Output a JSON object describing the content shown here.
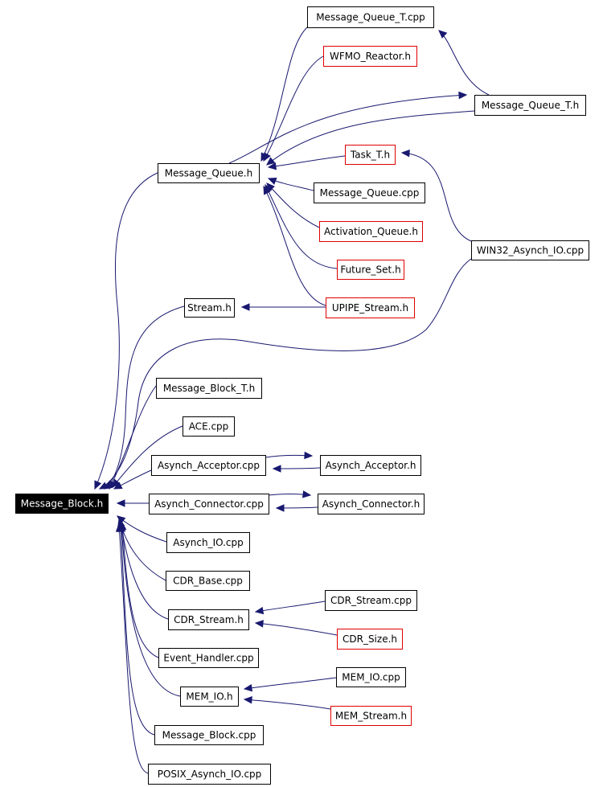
{
  "graph": {
    "colors": {
      "edge": "#191970",
      "box_border": "#000000",
      "external_border": "#e00000",
      "root_fill": "#000000"
    },
    "nodes": [
      {
        "id": "message_block_h",
        "label": "Message_Block.h",
        "style": "root"
      },
      {
        "id": "message_queue_t_cpp",
        "label": "Message_Queue_T.cpp",
        "style": "normal"
      },
      {
        "id": "wfmo_reactor_h",
        "label": "WFMO_Reactor.h",
        "style": "external"
      },
      {
        "id": "message_queue_t_h",
        "label": "Message_Queue_T.h",
        "style": "normal"
      },
      {
        "id": "task_t_h",
        "label": "Task_T.h",
        "style": "external"
      },
      {
        "id": "message_queue_h",
        "label": "Message_Queue.h",
        "style": "normal"
      },
      {
        "id": "message_queue_cpp",
        "label": "Message_Queue.cpp",
        "style": "normal"
      },
      {
        "id": "activation_queue_h",
        "label": "Activation_Queue.h",
        "style": "external"
      },
      {
        "id": "win32_asynch_io_cpp",
        "label": "WIN32_Asynch_IO.cpp",
        "style": "normal"
      },
      {
        "id": "future_set_h",
        "label": "Future_Set.h",
        "style": "external"
      },
      {
        "id": "stream_h",
        "label": "Stream.h",
        "style": "normal"
      },
      {
        "id": "upipe_stream_h",
        "label": "UPIPE_Stream.h",
        "style": "external"
      },
      {
        "id": "message_block_t_h",
        "label": "Message_Block_T.h",
        "style": "normal"
      },
      {
        "id": "ace_cpp",
        "label": "ACE.cpp",
        "style": "normal"
      },
      {
        "id": "asynch_acceptor_cpp",
        "label": "Asynch_Acceptor.cpp",
        "style": "normal"
      },
      {
        "id": "asynch_acceptor_h",
        "label": "Asynch_Acceptor.h",
        "style": "normal"
      },
      {
        "id": "asynch_connector_cpp",
        "label": "Asynch_Connector.cpp",
        "style": "normal"
      },
      {
        "id": "asynch_connector_h",
        "label": "Asynch_Connector.h",
        "style": "normal"
      },
      {
        "id": "asynch_io_cpp",
        "label": "Asynch_IO.cpp",
        "style": "normal"
      },
      {
        "id": "cdr_base_cpp",
        "label": "CDR_Base.cpp",
        "style": "normal"
      },
      {
        "id": "cdr_stream_cpp",
        "label": "CDR_Stream.cpp",
        "style": "normal"
      },
      {
        "id": "cdr_stream_h",
        "label": "CDR_Stream.h",
        "style": "normal"
      },
      {
        "id": "cdr_size_h",
        "label": "CDR_Size.h",
        "style": "external"
      },
      {
        "id": "event_handler_cpp",
        "label": "Event_Handler.cpp",
        "style": "normal"
      },
      {
        "id": "mem_io_cpp",
        "label": "MEM_IO.cpp",
        "style": "normal"
      },
      {
        "id": "mem_io_h",
        "label": "MEM_IO.h",
        "style": "normal"
      },
      {
        "id": "mem_stream_h",
        "label": "MEM_Stream.h",
        "style": "external"
      },
      {
        "id": "message_block_cpp",
        "label": "Message_Block.cpp",
        "style": "normal"
      },
      {
        "id": "posix_asynch_io_cpp",
        "label": "POSIX_Asynch_IO.cpp",
        "style": "normal"
      }
    ],
    "edges": [
      {
        "from": "message_queue_h",
        "to": "message_block_h"
      },
      {
        "from": "stream_h",
        "to": "message_block_h"
      },
      {
        "from": "win32_asynch_io_cpp",
        "to": "message_block_h"
      },
      {
        "from": "message_block_t_h",
        "to": "message_block_h"
      },
      {
        "from": "ace_cpp",
        "to": "message_block_h"
      },
      {
        "from": "asynch_acceptor_cpp",
        "to": "message_block_h"
      },
      {
        "from": "asynch_connector_cpp",
        "to": "message_block_h"
      },
      {
        "from": "asynch_io_cpp",
        "to": "message_block_h"
      },
      {
        "from": "cdr_base_cpp",
        "to": "message_block_h"
      },
      {
        "from": "cdr_stream_h",
        "to": "message_block_h"
      },
      {
        "from": "event_handler_cpp",
        "to": "message_block_h"
      },
      {
        "from": "mem_io_h",
        "to": "message_block_h"
      },
      {
        "from": "message_block_cpp",
        "to": "message_block_h"
      },
      {
        "from": "posix_asynch_io_cpp",
        "to": "message_block_h"
      },
      {
        "from": "message_queue_t_cpp",
        "to": "message_queue_h"
      },
      {
        "from": "wfmo_reactor_h",
        "to": "message_queue_h"
      },
      {
        "from": "message_queue_t_h",
        "to": "message_queue_h"
      },
      {
        "from": "task_t_h",
        "to": "message_queue_h"
      },
      {
        "from": "message_queue_cpp",
        "to": "message_queue_h"
      },
      {
        "from": "activation_queue_h",
        "to": "message_queue_h"
      },
      {
        "from": "future_set_h",
        "to": "message_queue_h"
      },
      {
        "from": "upipe_stream_h",
        "to": "message_queue_h"
      },
      {
        "from": "message_queue_h",
        "to": "message_queue_t_h"
      },
      {
        "from": "message_queue_t_h",
        "to": "message_queue_t_cpp"
      },
      {
        "from": "win32_asynch_io_cpp",
        "to": "task_t_h"
      },
      {
        "from": "upipe_stream_h",
        "to": "stream_h"
      },
      {
        "from": "asynch_acceptor_cpp",
        "to": "asynch_acceptor_h"
      },
      {
        "from": "asynch_acceptor_h",
        "to": "asynch_acceptor_cpp"
      },
      {
        "from": "asynch_connector_cpp",
        "to": "asynch_connector_h"
      },
      {
        "from": "asynch_connector_h",
        "to": "asynch_connector_cpp"
      },
      {
        "from": "cdr_stream_cpp",
        "to": "cdr_stream_h"
      },
      {
        "from": "cdr_size_h",
        "to": "cdr_stream_h"
      },
      {
        "from": "mem_io_cpp",
        "to": "mem_io_h"
      },
      {
        "from": "mem_stream_h",
        "to": "mem_io_h"
      }
    ]
  }
}
